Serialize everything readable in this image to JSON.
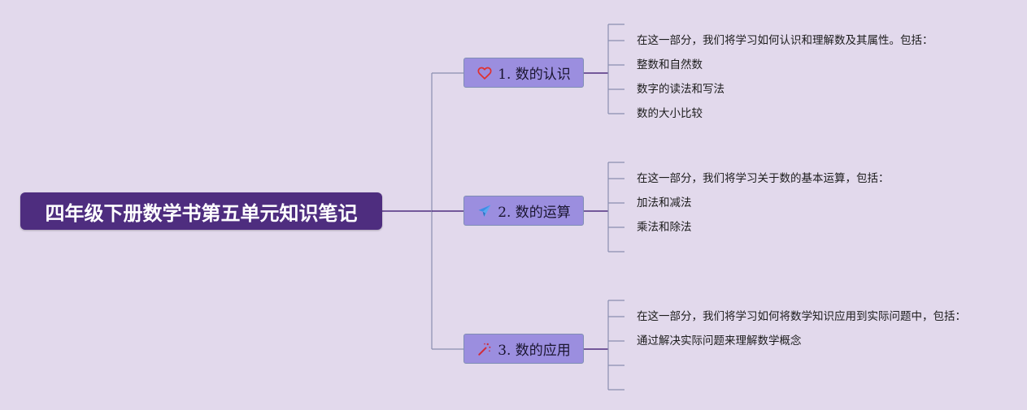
{
  "root": {
    "title": "四年级下册数学书第五单元知识笔记"
  },
  "branches": [
    {
      "label": "1. 数的认识",
      "icon": "heart-icon",
      "icon_color": "#e0312f",
      "items": [
        "在这一部分，我们将学习如何认识和理解数及其属性。包括：",
        "整数和自然数",
        "数字的读法和写法",
        "数的大小比较"
      ]
    },
    {
      "label": "2. 数的运算",
      "icon": "paper-plane-icon",
      "icon_color": "#3a8ee6",
      "items": [
        "在这一部分，我们将学习关于数的基本运算，包括：",
        "加法和减法",
        "乘法和除法"
      ]
    },
    {
      "label": "3. 数的应用",
      "icon": "magic-wand-icon",
      "icon_color": "#d12c3a",
      "items": [
        "在这一部分，我们将学习如何将数学知识应用到实际问题中，包括：",
        "通过解决实际问题来理解数学概念"
      ]
    }
  ],
  "colors": {
    "background": "#e2d9ec",
    "root_fill": "#4e2d7f",
    "branch_fill": "#9b8edf",
    "connector_main": "#4e2d7f",
    "connector_branch": "#8a8fb0"
  }
}
